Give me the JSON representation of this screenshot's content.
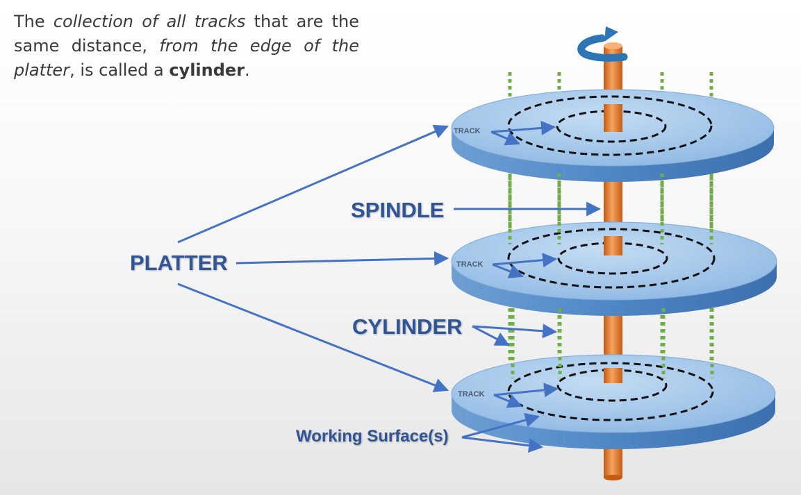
{
  "intro": {
    "part1": "The ",
    "italic1": "collection of all tracks",
    "part2": " that are the same distance, ",
    "italic2": "from the edge of the platter",
    "part3": ", is called a ",
    "bold": "cylinder",
    "part4": "."
  },
  "labels": {
    "platter": "PLATTER",
    "spindle": "SPINDLE",
    "cylinder": "CYLINDER",
    "working_surfaces": "Working Surface(s)",
    "track_top": "TRACK",
    "track_middle": "TRACK",
    "track_bottom": "TRACK"
  },
  "colors": {
    "platter_top": "#9cc3e6",
    "platter_edge": "#5a8ec8",
    "spindle": "#ed7d31",
    "arrow": "#4472c4",
    "cylinder_guides": "#70ad47",
    "track_rings": "#111111",
    "label_text": "#2f5597",
    "rotation_arrow": "#2e75b6"
  },
  "icons": {
    "rotation": "curved-rotation-arrow-icon"
  }
}
